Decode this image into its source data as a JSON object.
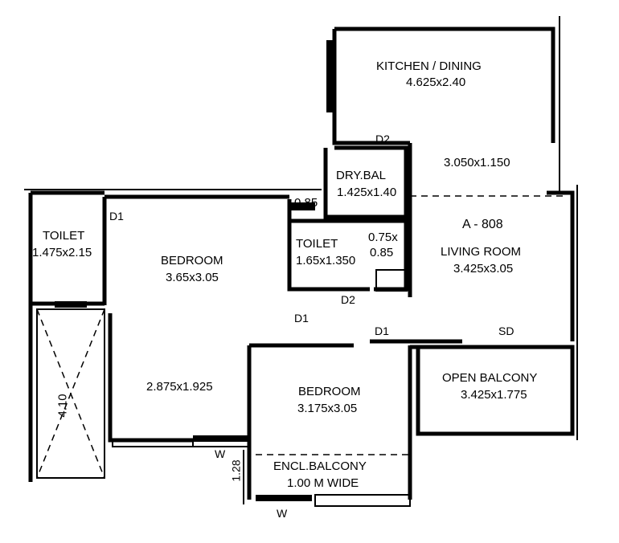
{
  "unit": {
    "code": "A - 808"
  },
  "rooms": {
    "kitchen": {
      "name": "KITCHEN / DINING",
      "size": "4.625x2.40"
    },
    "dry_balcony": {
      "name": "DRY.BAL",
      "size": "1.425x1.40"
    },
    "area_top": {
      "size": "3.050x1.150"
    },
    "living": {
      "name": "LIVING ROOM",
      "size": "3.425x3.05"
    },
    "toilet_left": {
      "name": "TOILET",
      "size": "1.475x2.15"
    },
    "bedroom_main": {
      "name": "BEDROOM",
      "size": "3.65x3.05"
    },
    "bedroom_lower_area": {
      "size": "2.875x1.925"
    },
    "toilet_mid": {
      "name": "TOILET",
      "size": "1.65x1.350"
    },
    "toilet_side_a": {
      "size": "0.75x"
    },
    "toilet_side_b": {
      "size": "0.85"
    },
    "small_dim": {
      "size": "0.85"
    },
    "bedroom_second": {
      "name": "BEDROOM",
      "size": "3.175x3.05"
    },
    "open_balcony": {
      "name": "OPEN BALCONY",
      "size": "3.425x1.775"
    },
    "encl_balcony": {
      "name": "ENCL.BALCONY",
      "size": "1.00 M WIDE"
    }
  },
  "doors": {
    "d2_top": "D2",
    "d2_mid": "D2",
    "d1_left": "D1",
    "d1_mid": "D1",
    "d1_bottom": "D1",
    "sd": "SD"
  },
  "windows": {
    "w1": "W",
    "w2": "W"
  },
  "dimensions": {
    "duct": "4.10",
    "balcony_depth": "1.28"
  }
}
